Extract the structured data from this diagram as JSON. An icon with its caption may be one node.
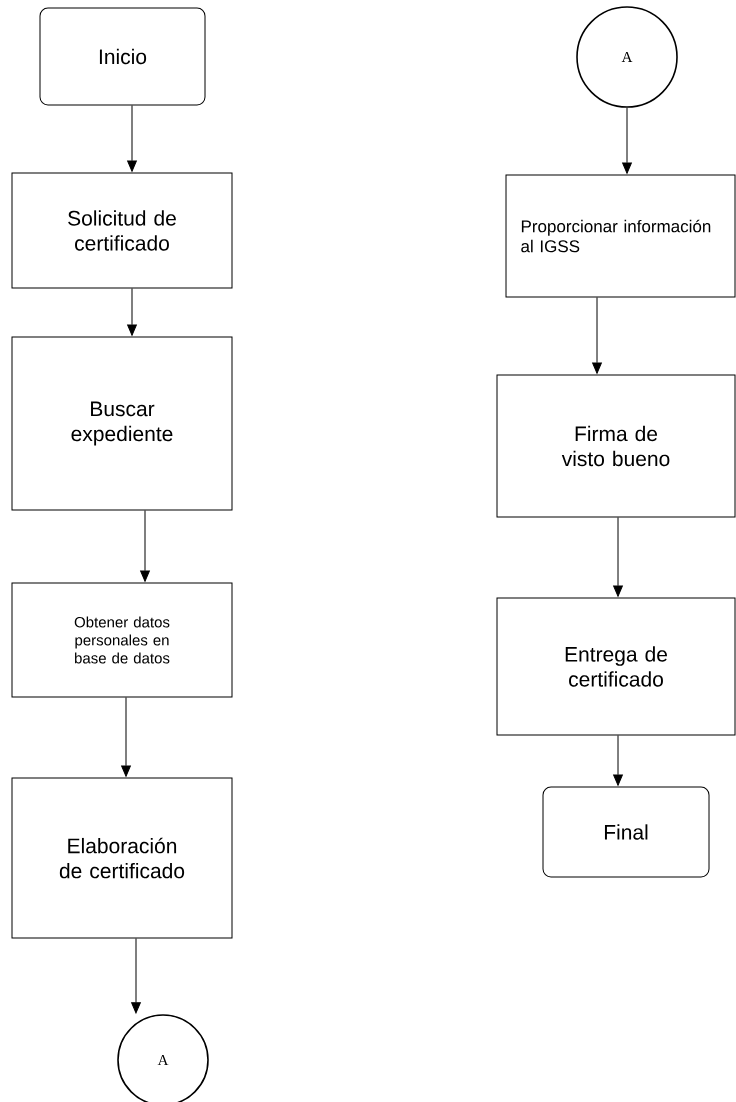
{
  "diagram": {
    "nodes": [
      {
        "text": [
          "Inicio"
        ]
      },
      {
        "text": [
          "Solicitud de certificado"
        ]
      },
      {
        "text": [
          "Buscar expediente"
        ]
      },
      {
        "text": [
          "Obtener datos personales en base de datos"
        ]
      },
      {
        "text": [
          "Elaboración de certificado"
        ]
      },
      {
        "text": [
          "A"
        ]
      },
      {
        "text": [
          "A"
        ]
      },
      {
        "text": [
          "Proporcionar información al IGSS"
        ]
      },
      {
        "text": [
          "Firma de visto bueno"
        ]
      },
      {
        "text": [
          "Entrega de certificado"
        ]
      },
      {
        "text": [
          "Final"
        ]
      }
    ],
    "edges": [
      {
        "from": 0,
        "to": 1,
        "arrow": "to"
      },
      {
        "from": 1,
        "to": 2,
        "arrow": "to"
      },
      {
        "from": 2,
        "to": 3,
        "arrow": "to"
      },
      {
        "from": 3,
        "to": 4,
        "arrow": "to"
      },
      {
        "from": 4,
        "to": 5,
        "arrow": "to"
      },
      {
        "from": 6,
        "to": 7,
        "arrow": "to"
      },
      {
        "from": 7,
        "to": 8,
        "arrow": "to"
      },
      {
        "from": 8,
        "to": 9,
        "arrow": "to"
      },
      {
        "from": 9,
        "to": 10,
        "arrow": "to"
      }
    ]
  }
}
